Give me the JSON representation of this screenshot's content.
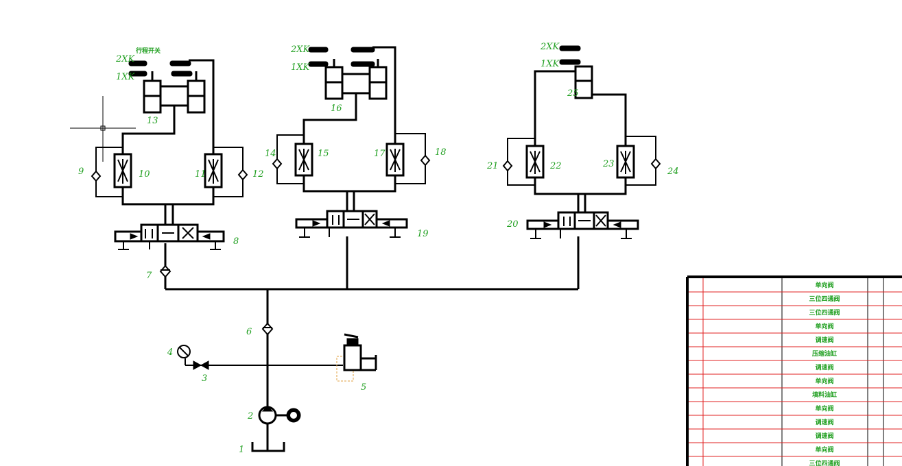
{
  "labels": {
    "n1": "1",
    "n2": "2",
    "n3": "3",
    "n4": "4",
    "n5": "5",
    "n6": "6",
    "n7": "7",
    "n8": "8",
    "n9": "9",
    "n10": "10",
    "n11": "11",
    "n12": "12",
    "n13": "13",
    "n14": "14",
    "n15": "15",
    "n16": "16",
    "n17": "17",
    "n18": "18",
    "n19": "19",
    "n20": "20",
    "n21": "21",
    "n22": "22",
    "n23": "23",
    "n24": "24",
    "n25": "25"
  },
  "switches": {
    "a_2xk": "2XK",
    "a_1xk": "1XK",
    "a_title": "行程开关",
    "b_2xk": "2XK",
    "b_1xk": "1XK",
    "c_2xk": "2XK",
    "c_1xk": "1XK"
  },
  "table": {
    "rows": [
      "单向阀",
      "三位四通阀",
      "三位四通阀",
      "单向阀",
      "调速阀",
      "压缩油缸",
      "调速阀",
      "单向阀",
      "填料油缸",
      "单向阀",
      "调速阀",
      "调速阀",
      "单向阀",
      "三位四通阀"
    ]
  },
  "colors": {
    "line": "#000000",
    "label": "#22a022",
    "table_grid": "#e02020",
    "relief_outline": "#e0a040"
  }
}
